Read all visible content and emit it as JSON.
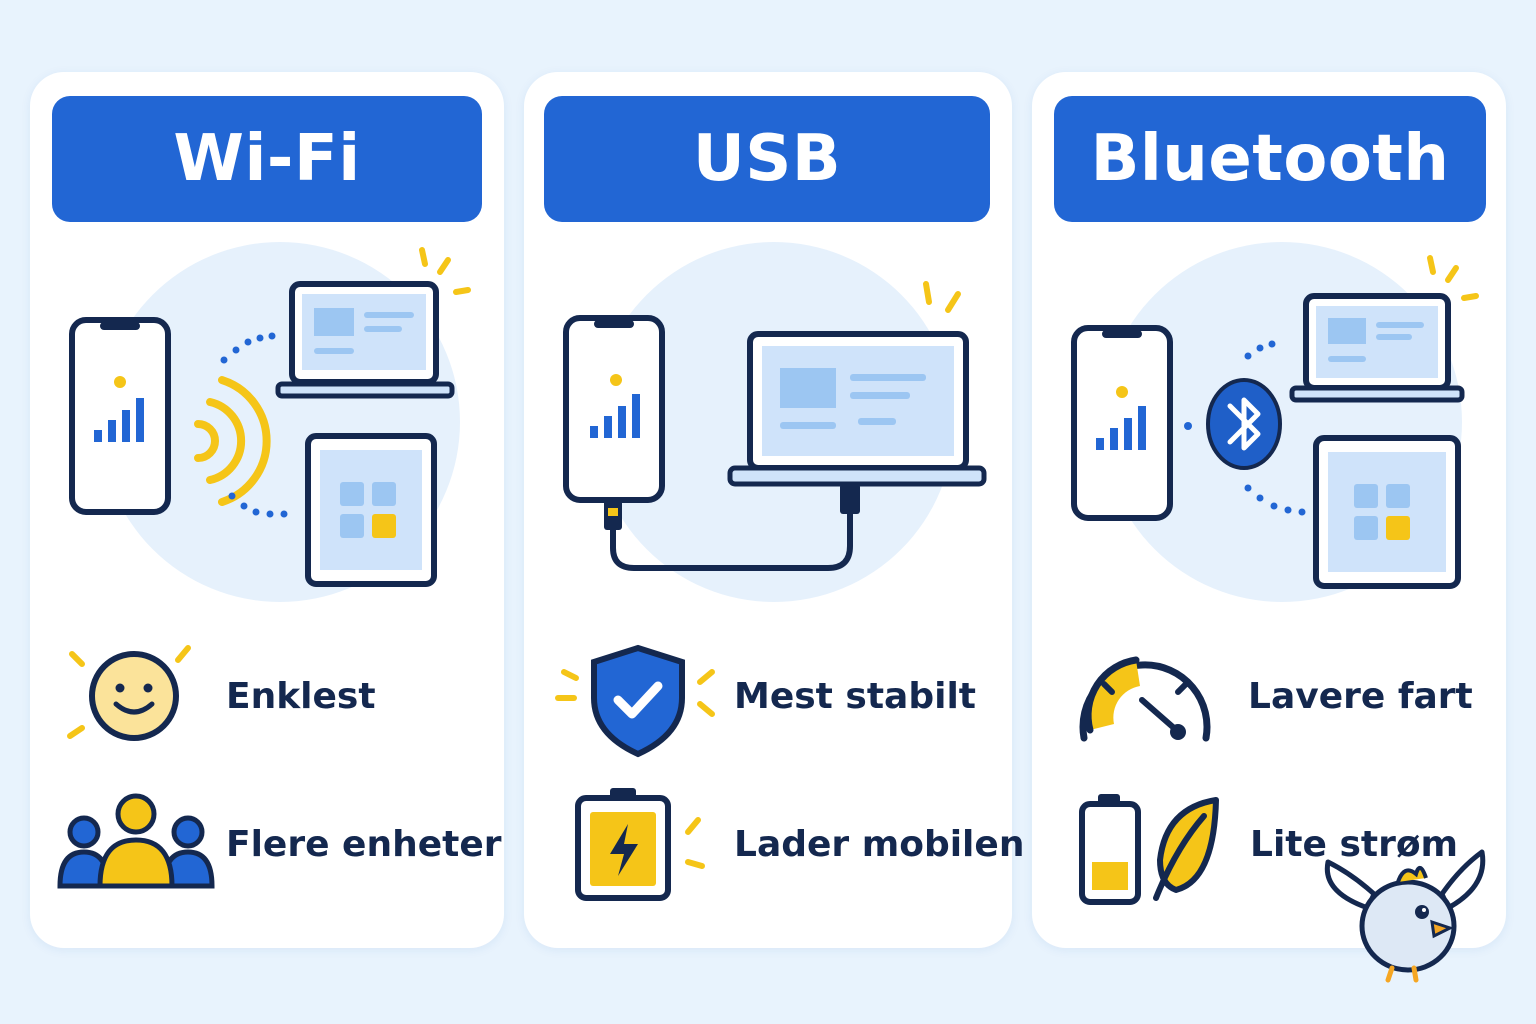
{
  "columns": [
    {
      "title": "Wi-Fi",
      "features": [
        {
          "label": "Enklest",
          "icon": "smiley-icon"
        },
        {
          "label": "Flere enheter",
          "icon": "people-icon"
        }
      ]
    },
    {
      "title": "USB",
      "features": [
        {
          "label": "Mest stabilt",
          "icon": "shield-check-icon"
        },
        {
          "label": "Lader mobilen",
          "icon": "battery-charging-icon"
        }
      ]
    },
    {
      "title": "Bluetooth",
      "features": [
        {
          "label": "Lavere fart",
          "icon": "speedometer-icon"
        },
        {
          "label": "Lite strøm",
          "icon": "battery-leaf-icon"
        }
      ]
    }
  ],
  "colors": {
    "background": "#e8f3fd",
    "header_blue": "#2266d4",
    "dark_navy": "#14284f",
    "accent_yellow": "#f5c518",
    "light_blue": "#bcd8f7"
  }
}
